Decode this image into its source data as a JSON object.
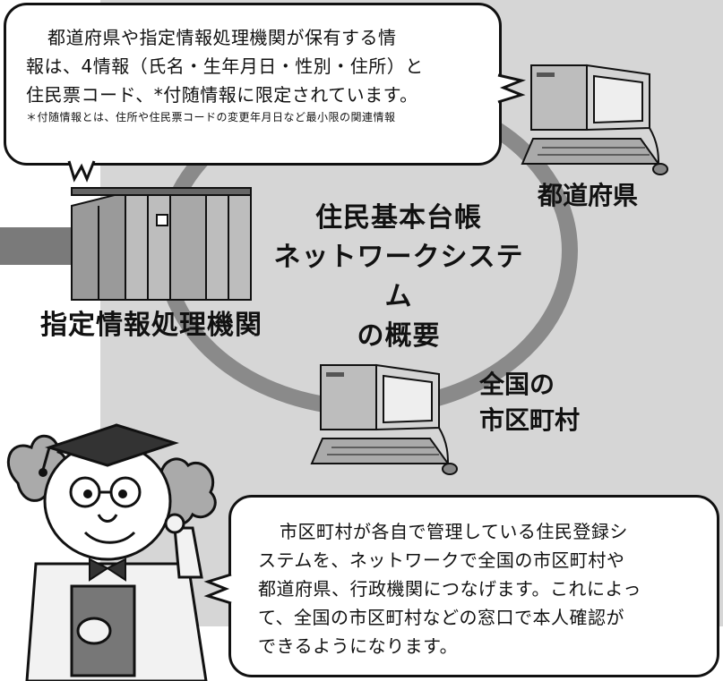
{
  "bubble_top": {
    "line1": "都道府県や指定情報処理機関が保有する情",
    "line2": "報は、4情報（氏名・生年月日・性別・住所）と",
    "line3": "住民票コード、*付随情報に限定されています。",
    "footnote": "＊付随情報とは、住所や住民票コードの変更年月日など最小限の関連情報"
  },
  "labels": {
    "prefecture": "都道府県",
    "designated_agency": "指定情報処理機関",
    "municipality_line1": "全国の",
    "municipality_line2": "市区町村"
  },
  "title": {
    "line1": "住民基本台帳",
    "line2": "ネットワークシステム",
    "line3": "の概要"
  },
  "bubble_bottom": {
    "line1": "市区町村が各自で管理している住民登録シ",
    "line2": "ステムを、ネットワークで全国の市区町村や",
    "line3": "都道府県、行政機関につなげます。これによっ",
    "line4": "て、全国の市区町村などの窓口で本人確認が",
    "line5": "できるようになります。"
  },
  "icons": [
    "computer-icon",
    "server-rack-icon",
    "professor-character-icon"
  ]
}
